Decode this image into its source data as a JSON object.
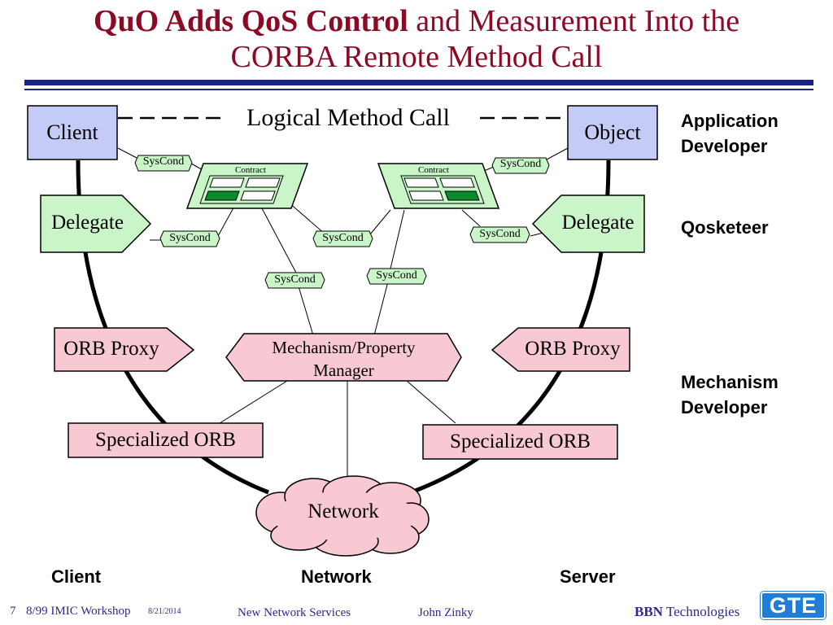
{
  "slide": {
    "title_bold": "QuO Adds QoS Control",
    "title_rest": " and Measurement Into the",
    "title_line2": "CORBA Remote Method Call"
  },
  "diagram": {
    "logical_call": "Logical Method Call",
    "client": "Client",
    "object": "Object",
    "delegate_left": "Delegate",
    "delegate_right": "Delegate",
    "contract": "Contract",
    "syscond": "SysCond",
    "mechanism_manager_line1": "Mechanism/Property",
    "mechanism_manager_line2": "Manager",
    "orb_proxy": "ORB Proxy",
    "specialized_orb": "Specialized ORB",
    "network": "Network"
  },
  "roles": {
    "app_dev_line1": "Application",
    "app_dev_line2": "Developer",
    "qosketeer": "Qosketeer",
    "mech_dev_line1": "Mechanism",
    "mech_dev_line2": "Developer"
  },
  "columns": {
    "client": "Client",
    "network": "Network",
    "server": "Server"
  },
  "footer": {
    "slide_number": "7",
    "event": "8/99 IMIC Workshop",
    "date": "8/21/2014",
    "topic": "New Network Services",
    "author": "John Zinky",
    "company_bold": "BBN",
    "company_rest": " Technologies",
    "logo": "GTE"
  },
  "colors": {
    "title": "#8b0a24",
    "rule": "#1a237e",
    "blue_box": "#c5cbf7",
    "green_box": "#c9f5c9",
    "pink_box": "#f9c9d3",
    "footer_text": "#2b2b8f",
    "logo_bg": "#1f7fd8"
  }
}
